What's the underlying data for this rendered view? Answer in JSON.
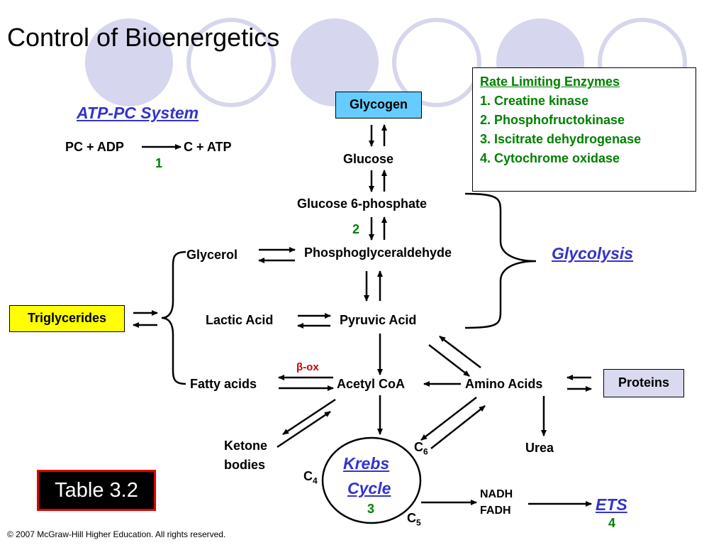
{
  "title": "Control of Bioenergetics",
  "atp_pc": {
    "title": "ATP-PC System",
    "left": "PC + ADP",
    "right": "C + ATP",
    "number": "1"
  },
  "rate_limiting": {
    "header": "Rate Limiting Enzymes",
    "items": [
      "1. Creatine kinase",
      "2. Phosphofructokinase",
      "3. Iscitrate dehydrogenase",
      "4. Cytochrome oxidase"
    ]
  },
  "nodes": {
    "glycogen": "Glycogen",
    "glucose": "Glucose",
    "glucose6p": "Glucose 6-phosphate",
    "pga_num": "2",
    "pga": "Phosphoglyceraldehyde",
    "glycerol": "Glycerol",
    "glycolysis": "Glycolysis",
    "triglycerides": "Triglycerides",
    "lactic": "Lactic Acid",
    "pyruvic": "Pyruvic Acid",
    "beta_ox": "β-ox",
    "fatty": "Fatty acids",
    "acetyl": "Acetyl CoA",
    "amino": "Amino Acids",
    "proteins": "Proteins",
    "ketone_1": "Ketone",
    "ketone_2": "bodies",
    "urea": "Urea",
    "krebs_1": "Krebs",
    "krebs_2": "Cycle",
    "krebs_num": "3",
    "c6": "C",
    "c6_sub": "6",
    "c4": "C",
    "c4_sub": "4",
    "c5": "C",
    "c5_sub": "5",
    "nadh": "NADH",
    "fadh": "FADH",
    "ets": "ETS",
    "ets_num": "4"
  },
  "table_label": "Table 3.2",
  "copyright": "© 2007 McGraw-Hill Higher Education. All rights reserved.",
  "colors": {
    "accent_circles": "#d6d6ee",
    "link_blue": "#3333cc",
    "enzyme_green": "#008000",
    "glycogen_fill": "#66ccff",
    "triglycerides_fill": "#ffff00",
    "proteins_fill": "#d9d9f0",
    "beta_red": "#cc0000"
  }
}
